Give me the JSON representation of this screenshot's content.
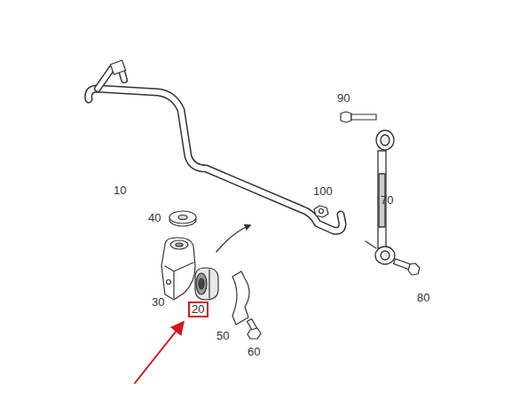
{
  "diagram": {
    "nodes": [
      {
        "text": [
          "20"
        ]
      }
    ],
    "labels": [
      "90",
      "10",
      "100",
      "70",
      "40",
      "80",
      "30",
      "50",
      "60"
    ]
  }
}
